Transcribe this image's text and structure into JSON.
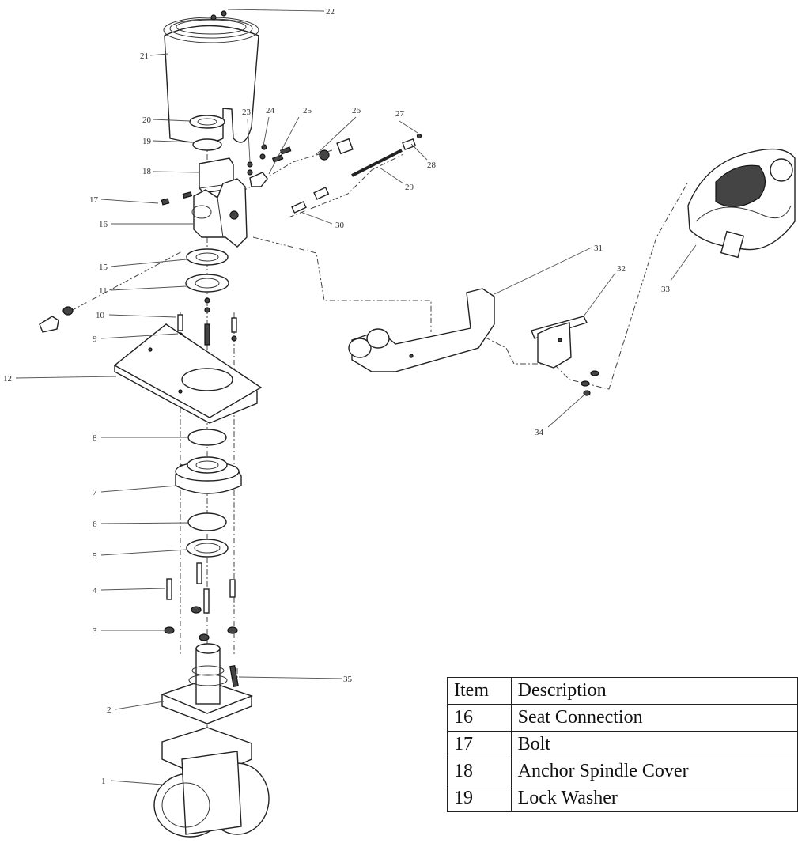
{
  "callouts": [
    "22",
    "21",
    "20",
    "19",
    "18",
    "17",
    "16",
    "15",
    "11",
    "10",
    "9",
    "12",
    "8",
    "7",
    "6",
    "5",
    "4",
    "3",
    "2",
    "1",
    "23",
    "24",
    "25",
    "26",
    "27",
    "28",
    "29",
    "30",
    "31",
    "32",
    "33",
    "34",
    "35"
  ],
  "table": {
    "header": {
      "item": "Item",
      "description": "Description"
    },
    "rows": [
      {
        "item": "16",
        "description": "Seat Connection"
      },
      {
        "item": "17",
        "description": "Bolt"
      },
      {
        "item": "18",
        "description": "Anchor Spindle Cover"
      },
      {
        "item": "19",
        "description": "Lock Washer"
      }
    ]
  }
}
